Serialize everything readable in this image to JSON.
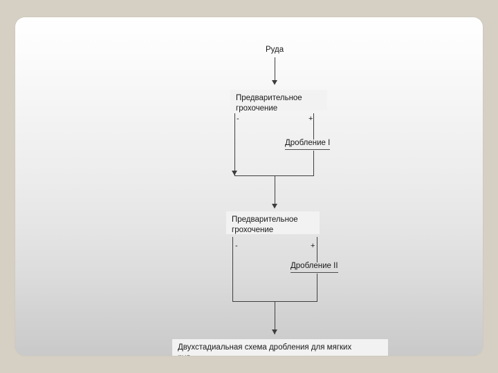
{
  "slide": {
    "ore_label": "Руда",
    "stage1": {
      "screening_label": "Предварительное\nгрохочение",
      "minus_sign": "-",
      "plus_sign": "+",
      "crushing_label": "Дробление I"
    },
    "stage2": {
      "screening_label": "Предварительное\nгрохочение",
      "minus_sign": "-",
      "plus_sign": "+",
      "crushing_label": "Дробление II"
    },
    "caption": "Двухстадиальная схема дробления для мягких\nруд"
  },
  "colors": {
    "background": "#d6d0c4",
    "slide_top": "#ffffff",
    "slide_bottom": "#c9c9c9",
    "node_fill": "#f2f2f2",
    "line": "#3d3d3d",
    "text": "#181818"
  }
}
